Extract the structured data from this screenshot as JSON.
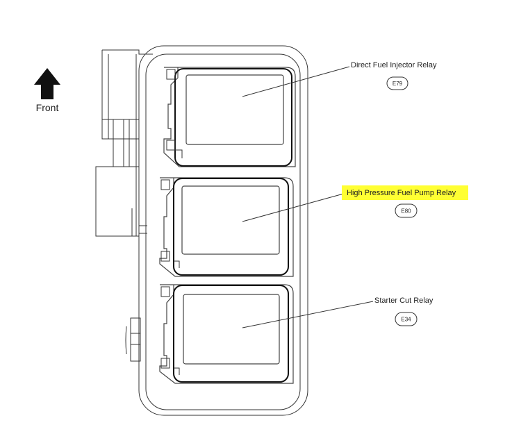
{
  "front_label": "Front",
  "highlight_color": "#ffff33",
  "relays": [
    {
      "name": "Direct Fuel Injector Relay",
      "connector": "E79",
      "highlighted": false
    },
    {
      "name": "High Pressure Fuel Pump Relay",
      "connector": "E80",
      "highlighted": true
    },
    {
      "name": "Starter Cut Relay",
      "connector": "E34",
      "highlighted": false
    }
  ]
}
